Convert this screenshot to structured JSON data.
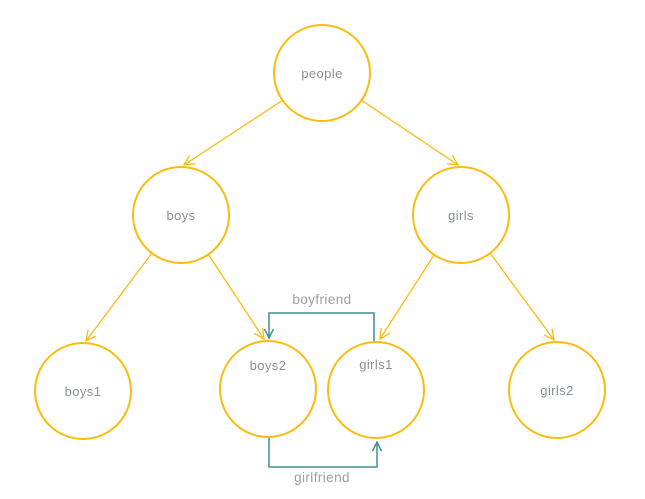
{
  "diagram": {
    "type": "tree",
    "background": "#FFFFFF",
    "colors": {
      "node_stroke": "#FBBC0D",
      "node_fill": "#FFFFFF",
      "tree_edge": "#FBBC0D",
      "relation_edge": "#418E96",
      "node_label_text": "#8A9097",
      "relation_label_text": "#9AA0A6"
    },
    "nodes": [
      {
        "id": "people",
        "label": "people"
      },
      {
        "id": "boys",
        "label": "boys"
      },
      {
        "id": "girls",
        "label": "girls"
      },
      {
        "id": "boys1",
        "label": "boys1"
      },
      {
        "id": "boys2",
        "label": "boys2"
      },
      {
        "id": "girls1",
        "label": "girls1"
      },
      {
        "id": "girls2",
        "label": "girls2"
      }
    ],
    "tree_edges": [
      {
        "from": "people",
        "to": "boys"
      },
      {
        "from": "people",
        "to": "girls"
      },
      {
        "from": "boys",
        "to": "boys1"
      },
      {
        "from": "boys",
        "to": "boys2"
      },
      {
        "from": "girls",
        "to": "girls1"
      },
      {
        "from": "girls",
        "to": "girls2"
      }
    ],
    "relations": [
      {
        "from": "girls1",
        "to": "boys2",
        "label": "boyfriend"
      },
      {
        "from": "boys2",
        "to": "girls1",
        "label": "girlfriend"
      }
    ]
  }
}
